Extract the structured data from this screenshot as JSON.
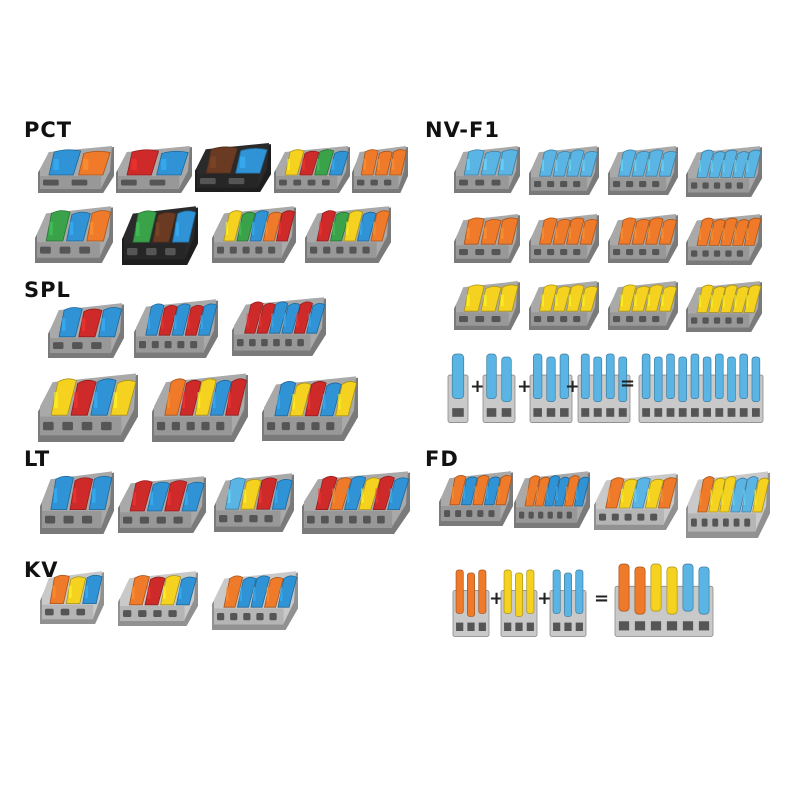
{
  "colors": {
    "body": "#a9a9a9",
    "body_dark": "#8b8b8b",
    "body_light": "#c9c9c9",
    "hole": "#555555",
    "blue": "#2f93d6",
    "light_blue": "#5ab4e4",
    "orange": "#ee7a2a",
    "red": "#cf2a2a",
    "yellow": "#f4d21f",
    "green": "#3aa34a",
    "black": "#2a2a2a",
    "brown": "#6a3b22"
  },
  "sections": [
    {
      "label": "PCT",
      "connectors": [
        {
          "width": 2,
          "levers": [
            "blue",
            "orange"
          ],
          "body": "body"
        },
        {
          "width": 2,
          "levers": [
            "red",
            "blue"
          ],
          "body": "body"
        },
        {
          "width": 2,
          "levers": [
            "brown",
            "blue"
          ],
          "body": "black"
        },
        {
          "width": 4,
          "levers": [
            "yellow",
            "red",
            "green",
            "blue"
          ],
          "body": "body"
        },
        {
          "width": 3,
          "levers": [
            "orange",
            "orange",
            "orange"
          ],
          "body": "body"
        },
        {
          "width": 3,
          "levers": [
            "green",
            "blue",
            "orange"
          ],
          "body": "body"
        },
        {
          "width": 3,
          "levers": [
            "green",
            "brown",
            "blue"
          ],
          "body": "black"
        },
        {
          "width": 5,
          "levers": [
            "yellow",
            "green",
            "blue",
            "orange",
            "red"
          ],
          "body": "body"
        },
        {
          "width": 5,
          "levers": [
            "red",
            "green",
            "yellow",
            "blue",
            "orange"
          ],
          "body": "body"
        }
      ]
    },
    {
      "label": "SPL",
      "connectors": [
        {
          "width": 3,
          "levers": [
            "blue",
            "red",
            "blue"
          ],
          "body": "body"
        },
        {
          "width": 5,
          "levers": [
            "blue",
            "red",
            "blue",
            "red",
            "blue"
          ],
          "body": "body"
        },
        {
          "width": 6,
          "levers": [
            "red",
            "red",
            "blue",
            "blue",
            "red",
            "blue"
          ],
          "body": "body"
        },
        {
          "width": 4,
          "levers": [
            "yellow",
            "red",
            "blue",
            "yellow"
          ],
          "body": "body"
        },
        {
          "width": 5,
          "levers": [
            "orange",
            "red",
            "yellow",
            "blue",
            "red"
          ],
          "body": "body"
        },
        {
          "width": 5,
          "levers": [
            "blue",
            "yellow",
            "red",
            "blue",
            "yellow"
          ],
          "body": "body"
        }
      ]
    },
    {
      "label": "LT",
      "connectors": [
        {
          "width": 3,
          "levers": [
            "blue",
            "red",
            "blue"
          ],
          "body": "body"
        },
        {
          "width": 4,
          "levers": [
            "red",
            "blue",
            "red",
            "blue"
          ],
          "body": "body"
        },
        {
          "width": 4,
          "levers": [
            "light_blue",
            "yellow",
            "red",
            "blue"
          ],
          "body": "body"
        },
        {
          "width": 6,
          "levers": [
            "red",
            "orange",
            "blue",
            "yellow",
            "red",
            "blue"
          ],
          "body": "body"
        }
      ]
    },
    {
      "label": "KV",
      "connectors": [
        {
          "width": 3,
          "levers": [
            "orange",
            "yellow",
            "blue"
          ],
          "body": "body_light"
        },
        {
          "width": 4,
          "levers": [
            "orange",
            "red",
            "yellow",
            "blue"
          ],
          "body": "body_light"
        },
        {
          "width": 5,
          "levers": [
            "orange",
            "blue",
            "blue",
            "orange",
            "blue"
          ],
          "body": "body_light"
        }
      ]
    },
    {
      "label": "NV-F1",
      "connectors": [
        {
          "width": 3,
          "levers": [
            "light_blue",
            "light_blue",
            "light_blue"
          ],
          "body": "body"
        },
        {
          "width": 4,
          "levers": [
            "light_blue",
            "light_blue",
            "light_blue",
            "light_blue"
          ],
          "body": "body"
        },
        {
          "width": 4,
          "levers": [
            "light_blue",
            "light_blue",
            "light_blue",
            "light_blue"
          ],
          "body": "body"
        },
        {
          "width": 5,
          "levers": [
            "light_blue",
            "light_blue",
            "light_blue",
            "light_blue",
            "light_blue"
          ],
          "body": "body"
        },
        {
          "width": 3,
          "levers": [
            "orange",
            "orange",
            "orange"
          ],
          "body": "body"
        },
        {
          "width": 4,
          "levers": [
            "orange",
            "orange",
            "orange",
            "orange"
          ],
          "body": "body"
        },
        {
          "width": 4,
          "levers": [
            "orange",
            "orange",
            "orange",
            "orange"
          ],
          "body": "body"
        },
        {
          "width": 5,
          "levers": [
            "orange",
            "orange",
            "orange",
            "orange",
            "orange"
          ],
          "body": "body"
        },
        {
          "width": 3,
          "levers": [
            "yellow",
            "yellow",
            "yellow"
          ],
          "body": "body"
        },
        {
          "width": 4,
          "levers": [
            "yellow",
            "yellow",
            "yellow",
            "yellow"
          ],
          "body": "body"
        },
        {
          "width": 4,
          "levers": [
            "yellow",
            "yellow",
            "yellow",
            "yellow"
          ],
          "body": "body"
        },
        {
          "width": 5,
          "levers": [
            "yellow",
            "yellow",
            "yellow",
            "yellow",
            "yellow"
          ],
          "body": "body"
        }
      ],
      "assembly": {
        "modules": [
          {
            "count": 1,
            "color": "light_blue"
          },
          {
            "count": 2,
            "color": "light_blue"
          },
          {
            "count": 3,
            "color": "light_blue"
          },
          {
            "count": 4,
            "color": "light_blue"
          }
        ],
        "result": {
          "count": 10,
          "color": "light_blue"
        },
        "plus": "+",
        "equals": "="
      }
    },
    {
      "label": "FD",
      "connectors": [
        {
          "width": 5,
          "levers": [
            "orange",
            "blue",
            "orange",
            "blue",
            "orange"
          ],
          "body": "body"
        },
        {
          "width": 6,
          "levers": [
            "orange",
            "orange",
            "blue",
            "blue",
            "orange",
            "blue"
          ],
          "body": "body"
        },
        {
          "width": 5,
          "levers": [
            "orange",
            "yellow",
            "light_blue",
            "yellow",
            "orange"
          ],
          "body": "body_light"
        },
        {
          "width": 6,
          "levers": [
            "orange",
            "yellow",
            "yellow",
            "light_blue",
            "light_blue",
            "yellow"
          ],
          "body": "body_light"
        }
      ],
      "assembly": {
        "modules": [
          {
            "count": 3,
            "color": "orange"
          },
          {
            "count": 3,
            "color": "yellow"
          },
          {
            "count": 3,
            "color": "light_blue"
          }
        ],
        "result": {
          "levers": [
            "orange",
            "orange",
            "yellow",
            "yellow",
            "light_blue",
            "light_blue"
          ]
        },
        "plus": "+",
        "equals": "="
      }
    }
  ]
}
